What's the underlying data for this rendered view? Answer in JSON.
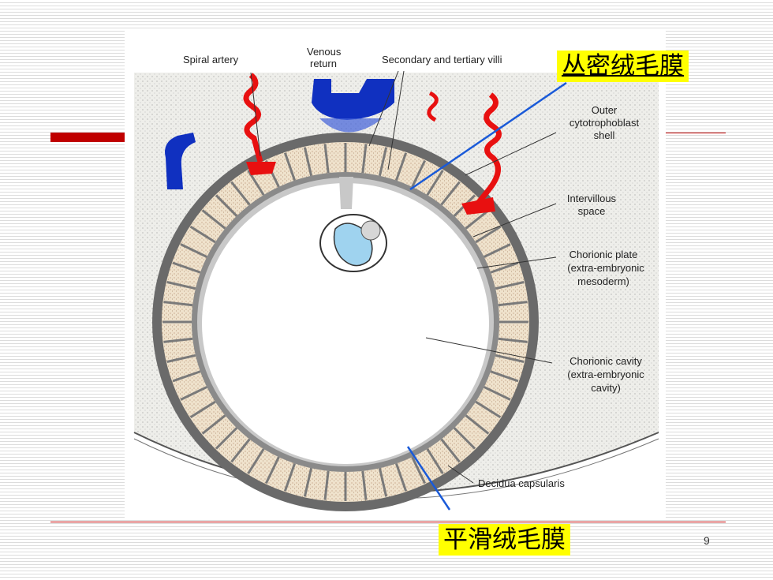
{
  "labels": {
    "spiral_artery": "Spiral artery",
    "venous_return_1": "Venous",
    "venous_return_2": "return",
    "villi": "Secondary and tertiary villi",
    "outer_1": "Outer",
    "outer_2": "cytotrophoblast",
    "outer_3": "shell",
    "intervillous_1": "Intervillous",
    "intervillous_2": "space",
    "chorionic_plate_1": "Chorionic plate",
    "chorionic_plate_2": "(extra-embryonic",
    "chorionic_plate_3": "mesoderm)",
    "chorionic_cavity_1": "Chorionic cavity",
    "chorionic_cavity_2": "(extra-embryonic",
    "chorionic_cavity_3": "cavity)",
    "decidua": "Decidua capsularis"
  },
  "callouts": {
    "chorion_frondosum": "丛密绒毛膜",
    "chorion_laeve": "平滑绒毛膜"
  },
  "page_number": "9",
  "colors": {
    "artery": "#e81010",
    "vein": "#1030c0",
    "callout_bg": "#ffff00",
    "callout_line": "#1a5ad8",
    "accent_red": "#c00000"
  }
}
